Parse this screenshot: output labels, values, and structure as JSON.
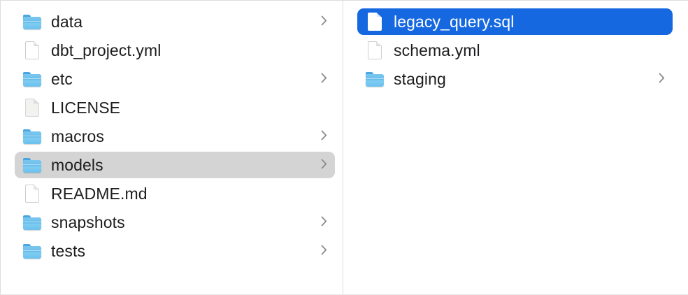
{
  "view": {
    "name": "finder-column-view",
    "background_color": "#ffffff",
    "divider_color": "#dedede",
    "selection_active_color": "#1568e0",
    "selection_inactive_color": "#d4d4d4",
    "text_color": "#1d1d1f",
    "selected_text_color": "#ffffff"
  },
  "columns": [
    {
      "name": "column-one",
      "items": [
        {
          "label": "data",
          "kind": "folder",
          "icon": "folder-icon",
          "has_chevron": true,
          "selected": false,
          "selection_style": "none"
        },
        {
          "label": "dbt_project.yml",
          "kind": "file",
          "icon": "document-icon",
          "has_chevron": false,
          "selected": false,
          "selection_style": "none"
        },
        {
          "label": "etc",
          "kind": "folder",
          "icon": "folder-icon",
          "has_chevron": true,
          "selected": false,
          "selection_style": "none"
        },
        {
          "label": "LICENSE",
          "kind": "file",
          "icon": "document-plain-icon",
          "has_chevron": false,
          "selected": false,
          "selection_style": "none"
        },
        {
          "label": "macros",
          "kind": "folder",
          "icon": "folder-icon",
          "has_chevron": true,
          "selected": false,
          "selection_style": "none"
        },
        {
          "label": "models",
          "kind": "folder",
          "icon": "folder-icon",
          "has_chevron": true,
          "selected": true,
          "selection_style": "gray"
        },
        {
          "label": "README.md",
          "kind": "file",
          "icon": "document-icon",
          "has_chevron": false,
          "selected": false,
          "selection_style": "none"
        },
        {
          "label": "snapshots",
          "kind": "folder",
          "icon": "folder-icon",
          "has_chevron": true,
          "selected": false,
          "selection_style": "none"
        },
        {
          "label": "tests",
          "kind": "folder",
          "icon": "folder-icon",
          "has_chevron": true,
          "selected": false,
          "selection_style": "none"
        }
      ]
    },
    {
      "name": "column-two",
      "items": [
        {
          "label": "legacy_query.sql",
          "kind": "file",
          "icon": "document-icon",
          "has_chevron": false,
          "selected": true,
          "selection_style": "blue"
        },
        {
          "label": "schema.yml",
          "kind": "file",
          "icon": "document-icon",
          "has_chevron": false,
          "selected": false,
          "selection_style": "none"
        },
        {
          "label": "staging",
          "kind": "folder",
          "icon": "folder-icon",
          "has_chevron": true,
          "selected": false,
          "selection_style": "none"
        }
      ]
    }
  ]
}
